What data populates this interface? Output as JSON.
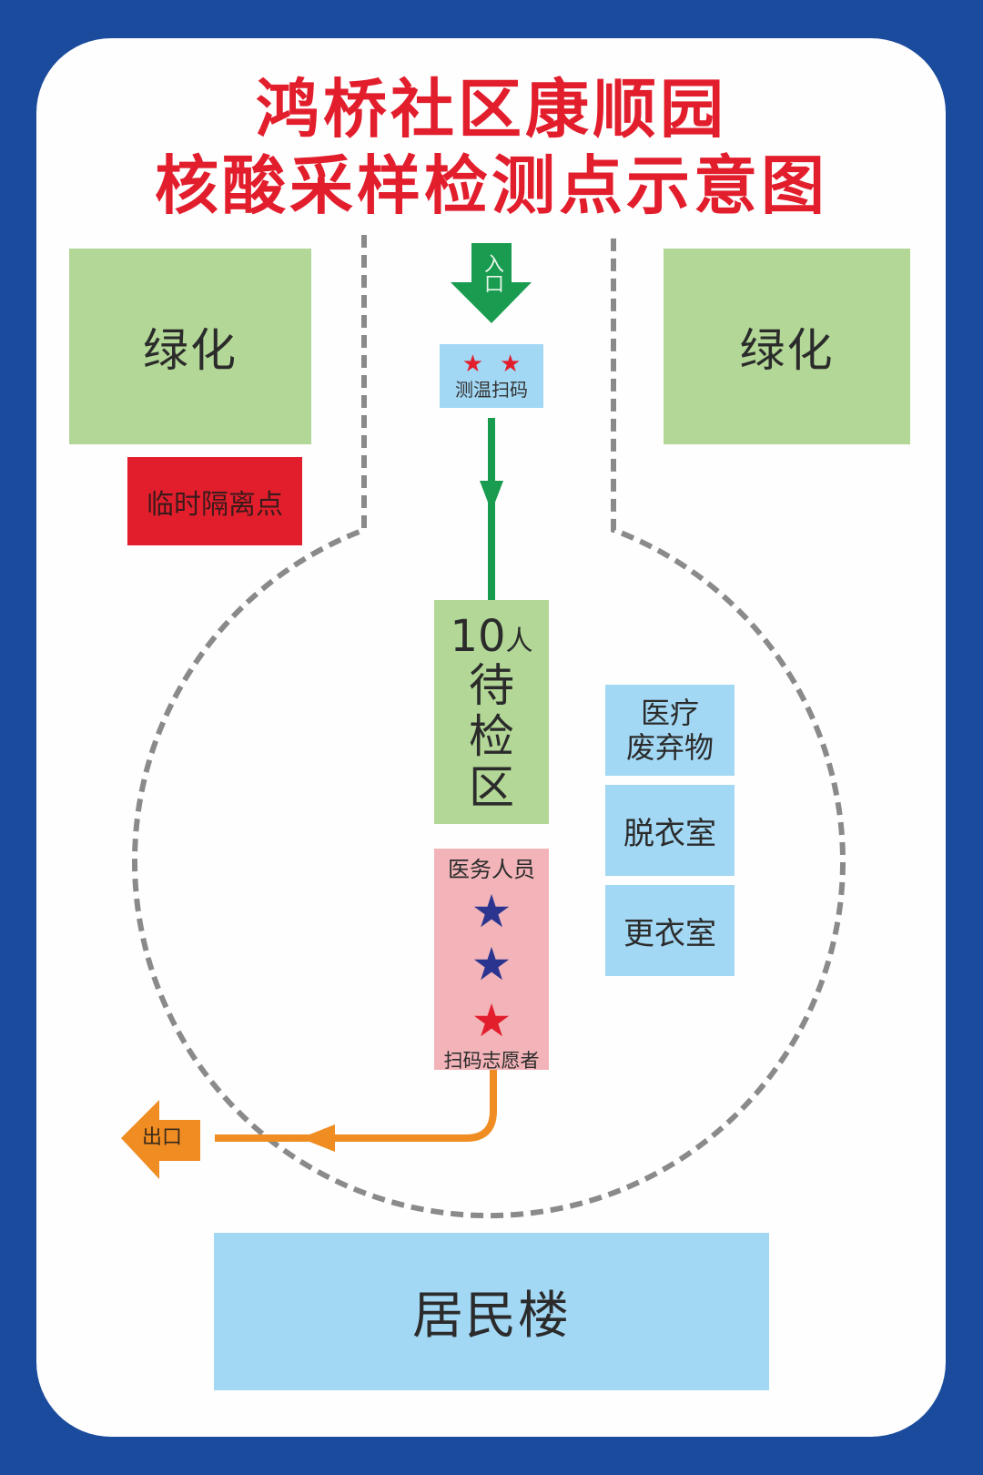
{
  "title": {
    "line1": "鸿桥社区康顺园",
    "line2": "核酸采样检测点示意图"
  },
  "colors": {
    "border": "#1b4b9c",
    "title": "#e21e2d",
    "greenery": "#b2d796",
    "isolation": "#e21e2d",
    "light_blue": "#a3d8f4",
    "staff_zone": "#f2b4b8",
    "entrance_arrow": "#199c50",
    "exit_arrow": "#ef8c22",
    "boundary": "#8a8a8a",
    "staff_star": "#2b3590",
    "volunteer_star": "#e21e2d"
  },
  "zones": {
    "greenery_left": "绿化",
    "greenery_right": "绿化",
    "isolation": "临时隔离点",
    "entrance": "入口",
    "temp_scan": "测温扫码",
    "waiting_count": "10",
    "waiting_unit": "人",
    "waiting_label": [
      "待",
      "检",
      "区"
    ],
    "staff_label": "医务人员",
    "volunteer_label": "扫码志愿者",
    "medical_waste_line1": "医疗",
    "medical_waste_line2": "废弃物",
    "undress_room": "脱衣室",
    "change_room": "更衣室",
    "exit": "出口",
    "residential": "居民楼"
  },
  "icons": {
    "star": "★"
  }
}
